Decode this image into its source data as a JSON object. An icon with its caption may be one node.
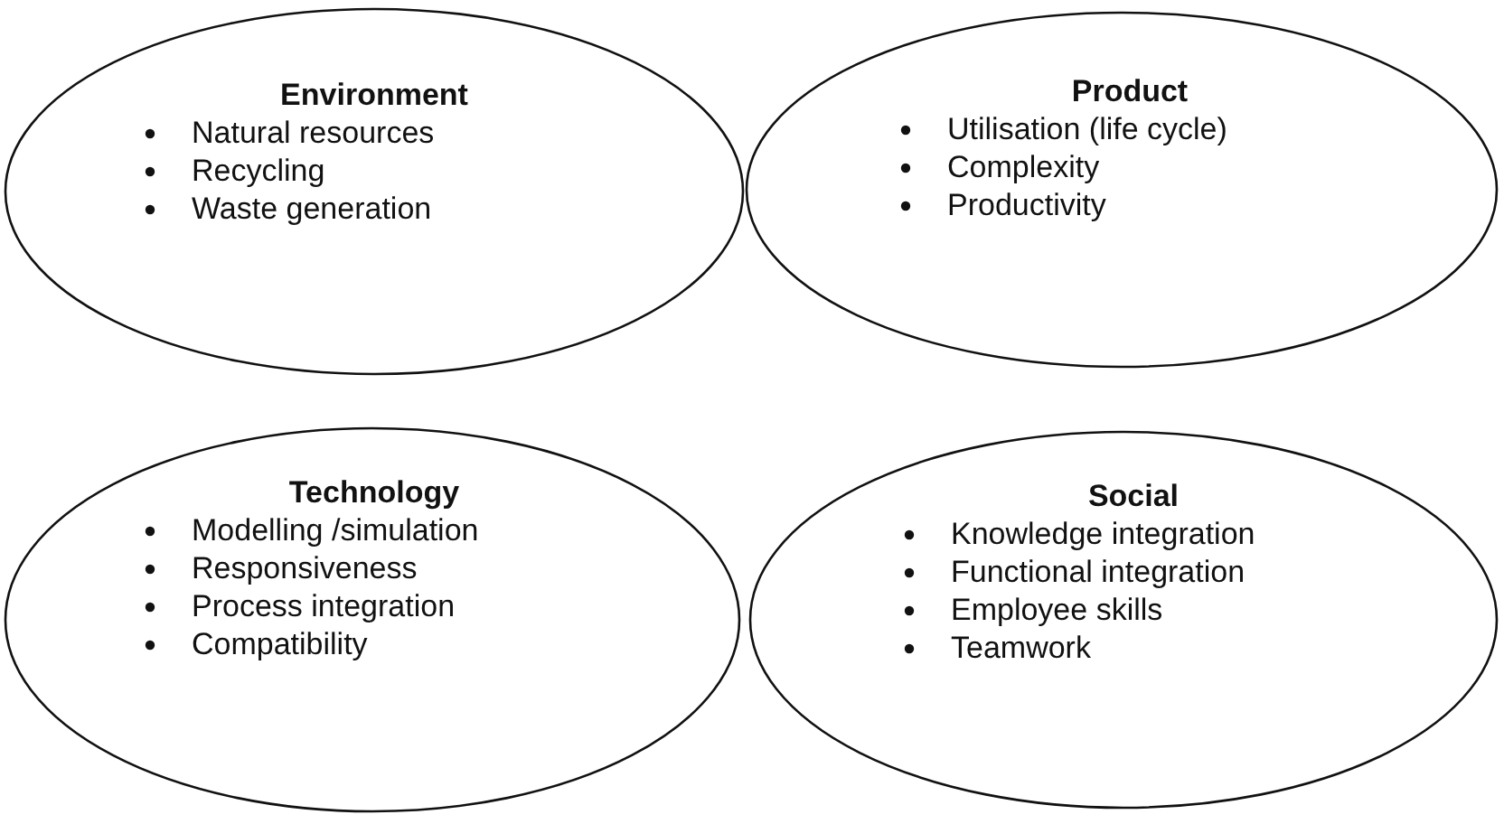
{
  "diagram": {
    "nodes": [
      {
        "text": [
          "Environment",
          "Natural resources",
          "Recycling",
          "Waste generation"
        ]
      },
      {
        "text": [
          "Product",
          "Utilisation (life cycle)",
          "Complexity",
          "Productivity"
        ]
      },
      {
        "text": [
          "Technology",
          "Modelling /simulation",
          "Responsiveness",
          "Process integration",
          "Compatibility"
        ]
      },
      {
        "text": [
          "Social",
          "Knowledge integration",
          "Functional integration",
          "Employee skills",
          "Teamwork"
        ]
      }
    ]
  }
}
